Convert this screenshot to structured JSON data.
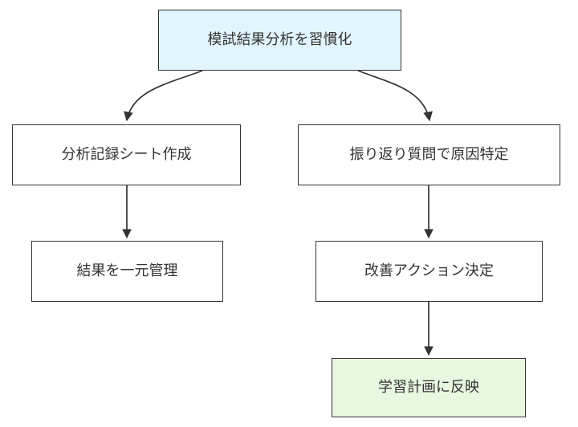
{
  "diagram": {
    "type": "flowchart-top-down",
    "nodes": {
      "root": {
        "id": "root",
        "label": "模試結果分析を習慣化",
        "role": "start"
      },
      "left1": {
        "id": "left1",
        "label": "分析記録シート作成",
        "role": "step"
      },
      "left2": {
        "id": "left2",
        "label": "結果を一元管理",
        "role": "step"
      },
      "right1": {
        "id": "right1",
        "label": "振り返り質問で原因特定",
        "role": "step"
      },
      "right2": {
        "id": "right2",
        "label": "改善アクション決定",
        "role": "step"
      },
      "right3": {
        "id": "right3",
        "label": "学習計画に反映",
        "role": "end"
      }
    },
    "edges": [
      {
        "from": "root",
        "to": "left1"
      },
      {
        "from": "root",
        "to": "right1"
      },
      {
        "from": "left1",
        "to": "left2"
      },
      {
        "from": "right1",
        "to": "right2"
      },
      {
        "from": "right2",
        "to": "right3"
      }
    ],
    "colors": {
      "root_fill": "#e1f5fe",
      "step_fill": "#ffffff",
      "end_fill": "#e8f7e0",
      "border": "#333333",
      "arrow": "#333333",
      "text": "#333333"
    }
  }
}
